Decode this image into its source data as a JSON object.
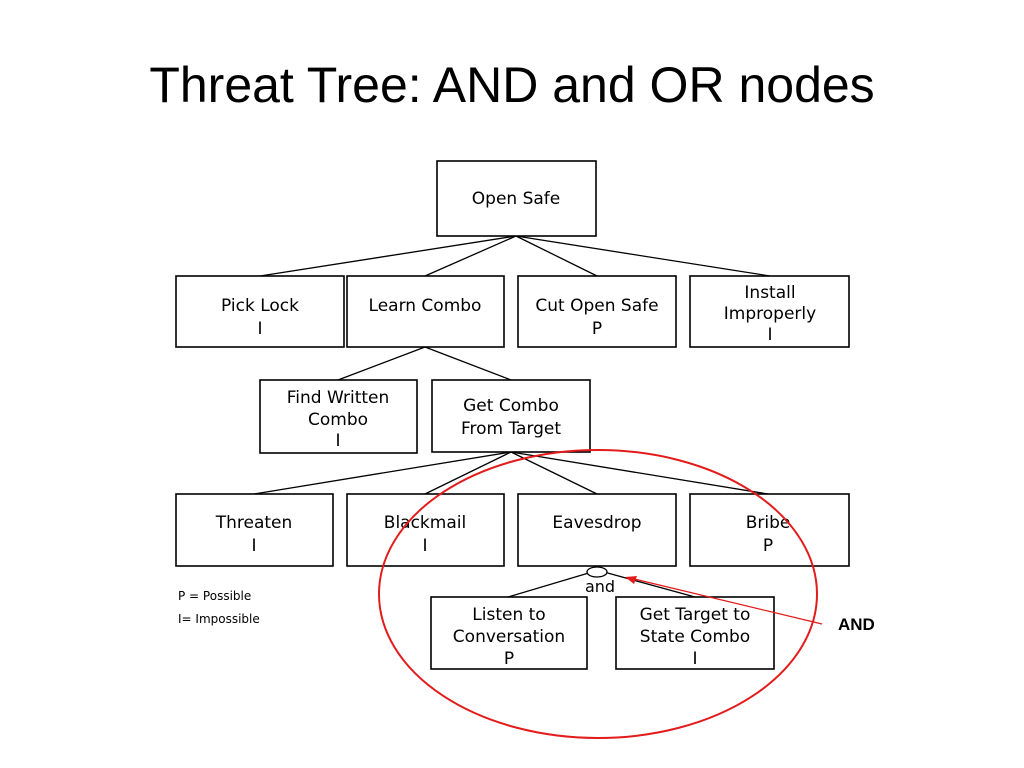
{
  "slide": {
    "title": "Threat Tree: AND and OR nodes"
  },
  "tree": {
    "root": {
      "lines": [
        "Open Safe"
      ]
    },
    "level1": [
      {
        "id": "pick-lock",
        "lines": [
          "Pick Lock",
          "I"
        ]
      },
      {
        "id": "learn-combo",
        "lines": [
          "Learn Combo"
        ]
      },
      {
        "id": "cut-open-safe",
        "lines": [
          "Cut Open Safe",
          "P"
        ]
      },
      {
        "id": "install-improperly",
        "lines": [
          "Install",
          "Improperly",
          "I"
        ]
      }
    ],
    "level2": [
      {
        "id": "find-written-combo",
        "lines": [
          "Find Written",
          "Combo",
          "I"
        ]
      },
      {
        "id": "get-combo-from-target",
        "lines": [
          "Get Combo",
          "From Target"
        ]
      }
    ],
    "level3": [
      {
        "id": "threaten",
        "lines": [
          "Threaten",
          "I"
        ]
      },
      {
        "id": "blackmail",
        "lines": [
          "Blackmail",
          "I"
        ]
      },
      {
        "id": "eavesdrop",
        "lines": [
          "Eavesdrop"
        ]
      },
      {
        "id": "bribe",
        "lines": [
          "Bribe",
          "P"
        ]
      }
    ],
    "level4": [
      {
        "id": "listen-to-conversation",
        "lines": [
          "Listen to",
          "Conversation",
          "P"
        ]
      },
      {
        "id": "get-target-to-state-combo",
        "lines": [
          "Get Target to",
          "State Combo",
          "I"
        ]
      }
    ],
    "and_label": "and"
  },
  "legend": {
    "possible": "P = Possible",
    "impossible": "I= Impossible"
  },
  "callout": {
    "label": "AND"
  },
  "colors": {
    "highlight": "#e31b1b",
    "text": "#000000",
    "background": "#ffffff"
  }
}
